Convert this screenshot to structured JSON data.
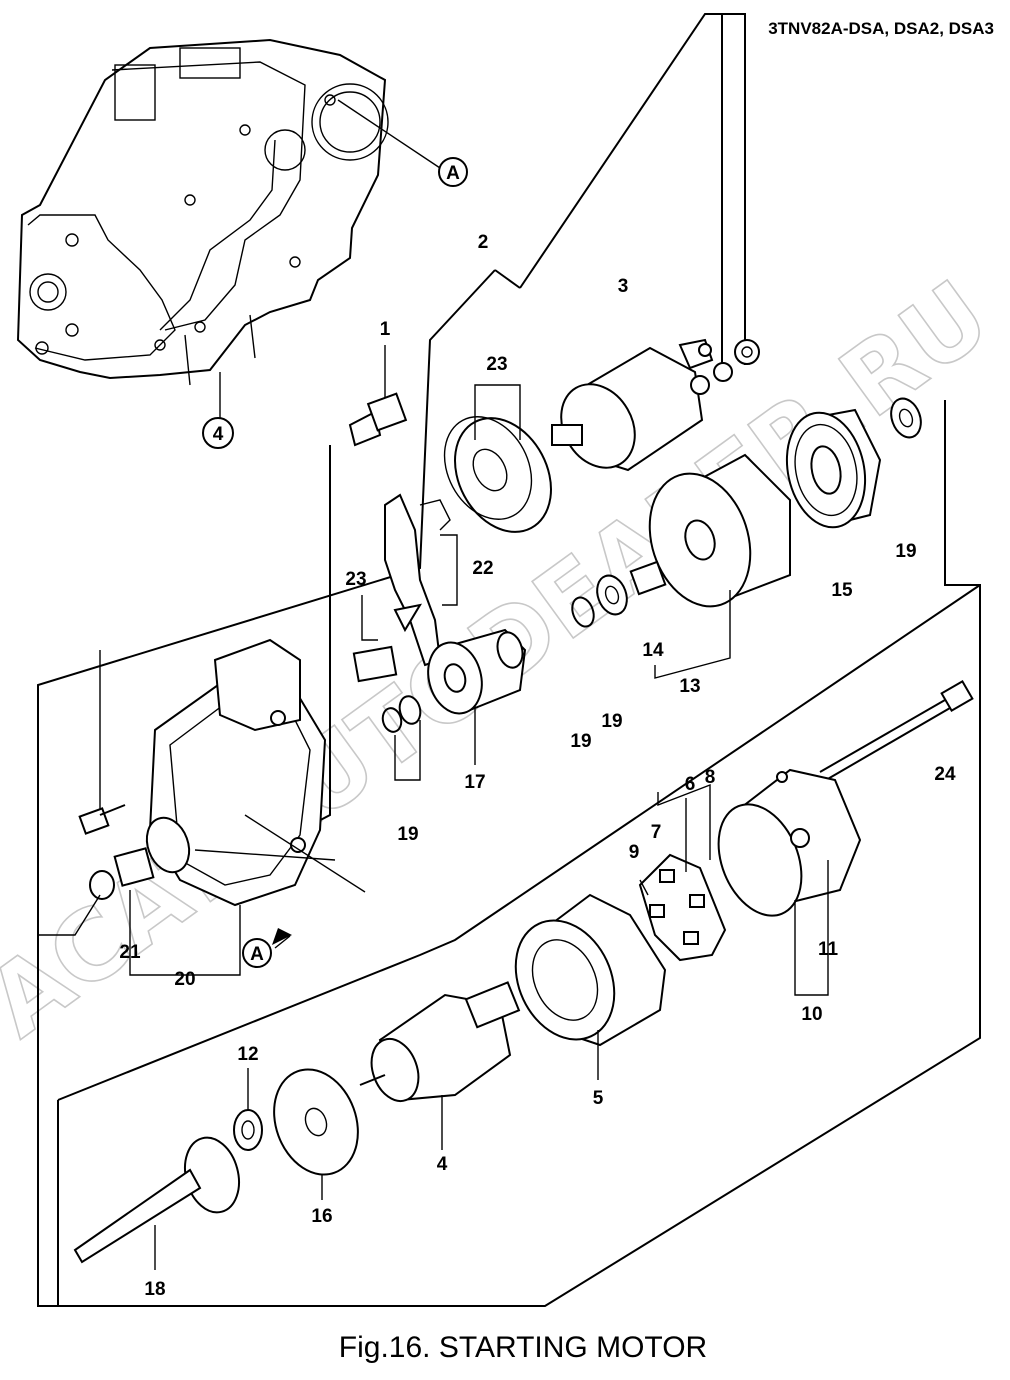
{
  "header": {
    "model": "3TNV82A-DSA, DSA2, DSA3"
  },
  "caption": {
    "text": "Fig.16.  STARTING MOTOR"
  },
  "watermark": {
    "text": "ACAT.AUTODEALER.RU"
  },
  "callouts": [
    {
      "id": "c1",
      "text": "1"
    },
    {
      "id": "c2",
      "text": "2"
    },
    {
      "id": "c3",
      "text": "3"
    },
    {
      "id": "c4a",
      "text": "4"
    },
    {
      "id": "c4b",
      "text": "4"
    },
    {
      "id": "c5",
      "text": "5"
    },
    {
      "id": "c6",
      "text": "6"
    },
    {
      "id": "c7",
      "text": "7"
    },
    {
      "id": "c8",
      "text": "8"
    },
    {
      "id": "c9",
      "text": "9"
    },
    {
      "id": "c10",
      "text": "10"
    },
    {
      "id": "c11",
      "text": "11"
    },
    {
      "id": "c12",
      "text": "12"
    },
    {
      "id": "c13",
      "text": "13"
    },
    {
      "id": "c14",
      "text": "14"
    },
    {
      "id": "c15",
      "text": "15"
    },
    {
      "id": "c16",
      "text": "16"
    },
    {
      "id": "c17",
      "text": "17"
    },
    {
      "id": "c18",
      "text": "18"
    },
    {
      "id": "c19a",
      "text": "19"
    },
    {
      "id": "c19b",
      "text": "19"
    },
    {
      "id": "c19c",
      "text": "19"
    },
    {
      "id": "c19d",
      "text": "19"
    },
    {
      "id": "c20",
      "text": "20"
    },
    {
      "id": "c21",
      "text": "21"
    },
    {
      "id": "c22",
      "text": "22"
    },
    {
      "id": "c23a",
      "text": "23"
    },
    {
      "id": "c23b",
      "text": "23"
    },
    {
      "id": "c24",
      "text": "24"
    }
  ],
  "reference_marks": [
    {
      "id": "refA1",
      "text": "A"
    },
    {
      "id": "refA2",
      "text": "A"
    }
  ]
}
